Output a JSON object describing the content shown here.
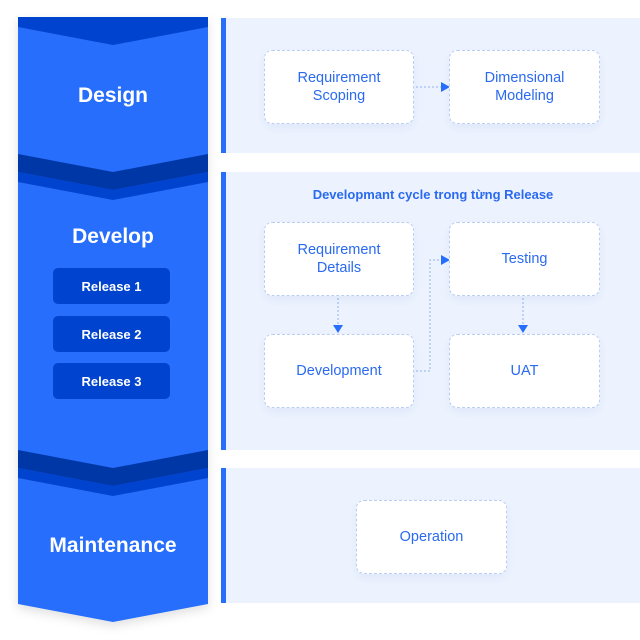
{
  "stages": {
    "design": "Design",
    "develop": "Develop",
    "maintenance": "Maintenance"
  },
  "releases": [
    "Release 1",
    "Release 2",
    "Release 3"
  ],
  "design_panel": {
    "steps": [
      "Requirement\nScoping",
      "Dimensional\nModeling"
    ]
  },
  "develop_panel": {
    "title": "Developmant cycle trong từng Release",
    "steps": [
      "Requirement\nDetails",
      "Testing",
      "Development",
      "UAT"
    ]
  },
  "maintenance_panel": {
    "steps": [
      "Operation"
    ]
  },
  "colors": {
    "primary": "#266EFB",
    "dark": "#0043CE",
    "darker": "#0037A6",
    "panel_bg": "#EDF3FE",
    "text_blue": "#2A6AF0"
  }
}
